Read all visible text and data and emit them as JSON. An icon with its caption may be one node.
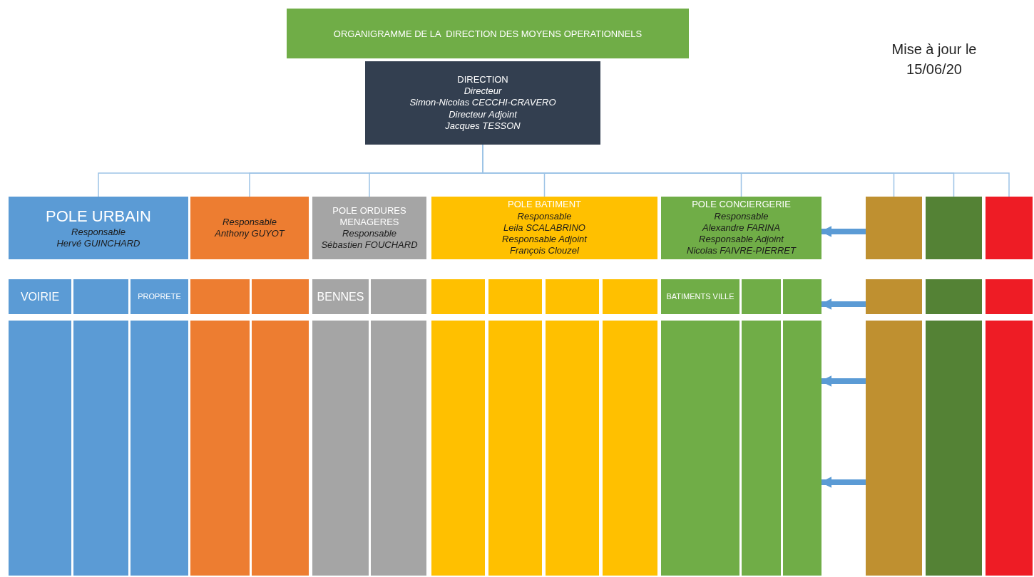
{
  "diagram": {
    "title": "ORGANIGRAMME DE LA  DIRECTION DES MOYENS OPERATIONNELS",
    "nodes": [
      {
        "text": [
          "DIRECTION",
          "Directeur",
          "Simon-Nicolas CECCHI-CRAVERO",
          "Directeur Adjoint",
          "Jacques TESSON"
        ]
      },
      {
        "text": [
          "POLE URBAIN",
          "Responsable",
          "Hervé GUINCHARD"
        ]
      },
      {
        "text": [
          "Responsable",
          "Anthony GUYOT"
        ]
      },
      {
        "text": [
          "POLE ORDURES MENAGERES",
          "Responsable",
          "Sébastien FOUCHARD"
        ]
      },
      {
        "text": [
          "POLE BATIMENT",
          "Responsable",
          "Leila SCALABRINO",
          "Responsable Adjoint",
          "François Clouzel"
        ]
      },
      {
        "text": [
          "POLE CONCIERGERIE",
          "Responsable",
          "Alexandre FARINA",
          "Responsable Adjoint",
          "Nicolas FAIVRE-PIERRET"
        ]
      },
      {
        "text": [],
        "shape": "box"
      },
      {
        "text": [],
        "shape": "box"
      },
      {
        "text": [],
        "shape": "box"
      },
      {
        "text": [
          "VOIRIE"
        ]
      },
      {
        "text": [],
        "shape": "box"
      },
      {
        "text": [
          "PROPRETE"
        ]
      },
      {
        "text": [],
        "shape": "box"
      },
      {
        "text": [],
        "shape": "box"
      },
      {
        "text": [
          "BENNES"
        ]
      },
      {
        "text": [],
        "shape": "box"
      },
      {
        "text": [],
        "shape": "box"
      },
      {
        "text": [],
        "shape": "box"
      },
      {
        "text": [],
        "shape": "box"
      },
      {
        "text": [],
        "shape": "box"
      },
      {
        "text": [
          "BATIMENTS VILLE"
        ]
      },
      {
        "text": [],
        "shape": "box"
      },
      {
        "text": [],
        "shape": "box"
      },
      {
        "text": [],
        "shape": "box"
      },
      {
        "text": [],
        "shape": "box"
      },
      {
        "text": [],
        "shape": "box"
      },
      {
        "text": [],
        "shape": "box"
      },
      {
        "text": [],
        "shape": "box"
      },
      {
        "text": [],
        "shape": "box"
      },
      {
        "text": [],
        "shape": "box"
      },
      {
        "text": [],
        "shape": "box"
      },
      {
        "text": [],
        "shape": "box"
      },
      {
        "text": [],
        "shape": "box"
      },
      {
        "text": [],
        "shape": "box"
      },
      {
        "text": [],
        "shape": "box"
      },
      {
        "text": [],
        "shape": "box"
      },
      {
        "text": [],
        "shape": "box"
      },
      {
        "text": [],
        "shape": "box"
      },
      {
        "text": [],
        "shape": "box"
      },
      {
        "text": [],
        "shape": "box"
      },
      {
        "text": [],
        "shape": "box"
      },
      {
        "text": [],
        "shape": "box"
      },
      {
        "text": [],
        "shape": "box"
      }
    ],
    "edges": [
      {
        "from": 0,
        "to": 1,
        "arrow": "none"
      },
      {
        "from": 0,
        "to": 2,
        "arrow": "none"
      },
      {
        "from": 0,
        "to": 3,
        "arrow": "none"
      },
      {
        "from": 0,
        "to": 4,
        "arrow": "none"
      },
      {
        "from": 0,
        "to": 5,
        "arrow": "none"
      },
      {
        "from": 0,
        "to": 6,
        "arrow": "none"
      },
      {
        "from": 0,
        "to": 7,
        "arrow": "none"
      },
      {
        "from": 0,
        "to": 8,
        "arrow": "none"
      },
      {
        "from": 6,
        "to": 5,
        "arrow": "to",
        "style": "thick"
      },
      {
        "from": 23,
        "to": 22,
        "arrow": "to",
        "style": "thick"
      },
      {
        "from": 40,
        "to": 39,
        "arrow": "to",
        "style": "thick"
      },
      {
        "from": 40,
        "to": 39,
        "arrow": "to",
        "style": "thick"
      }
    ],
    "labels": [
      "Mise à jour le 15/06/20"
    ]
  }
}
